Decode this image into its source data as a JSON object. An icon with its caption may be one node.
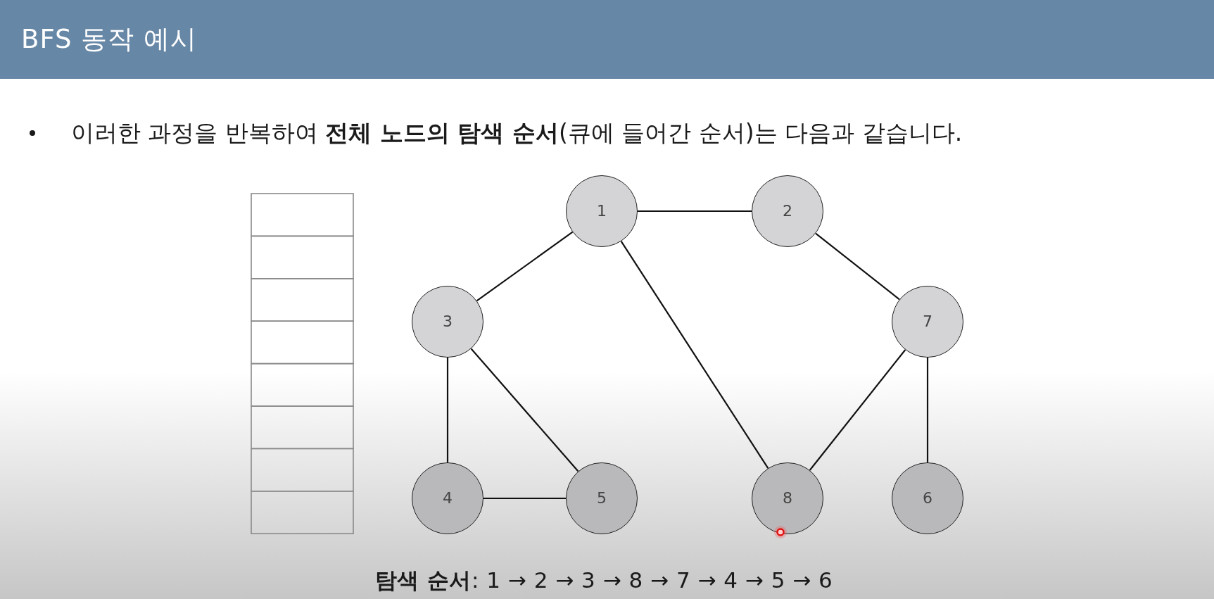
{
  "diagram": {
    "title": "BFS 동작 예시",
    "nodes": [
      {
        "text": [
          "1"
        ]
      },
      {
        "text": [
          "2"
        ]
      },
      {
        "text": [
          "3"
        ]
      },
      {
        "text": [
          "7"
        ]
      },
      {
        "text": [
          "4"
        ]
      },
      {
        "text": [
          "5"
        ]
      },
      {
        "text": [
          "8"
        ]
      },
      {
        "text": [
          "6"
        ]
      }
    ],
    "edges": [
      {
        "from": 0,
        "to": 1,
        "arrow": "none"
      },
      {
        "from": 0,
        "to": 2,
        "arrow": "none"
      },
      {
        "from": 0,
        "to": 6,
        "arrow": "none"
      },
      {
        "from": 1,
        "to": 3,
        "arrow": "none"
      },
      {
        "from": 2,
        "to": 4,
        "arrow": "none"
      },
      {
        "from": 2,
        "to": 5,
        "arrow": "none"
      },
      {
        "from": 4,
        "to": 5,
        "arrow": "none"
      },
      {
        "from": 3,
        "to": 6,
        "arrow": "none"
      },
      {
        "from": 3,
        "to": 7,
        "arrow": "none"
      }
    ],
    "labels": [
      "이러한 과정을 반복하여 **전체 노드의 탐색 순서**(큐에 들어간 순서)는 다음과 같습니다.",
      "**탐색 순서**: 1 → 2 → 3 → 8 → 7 → 4 → 5 → 6"
    ]
  }
}
